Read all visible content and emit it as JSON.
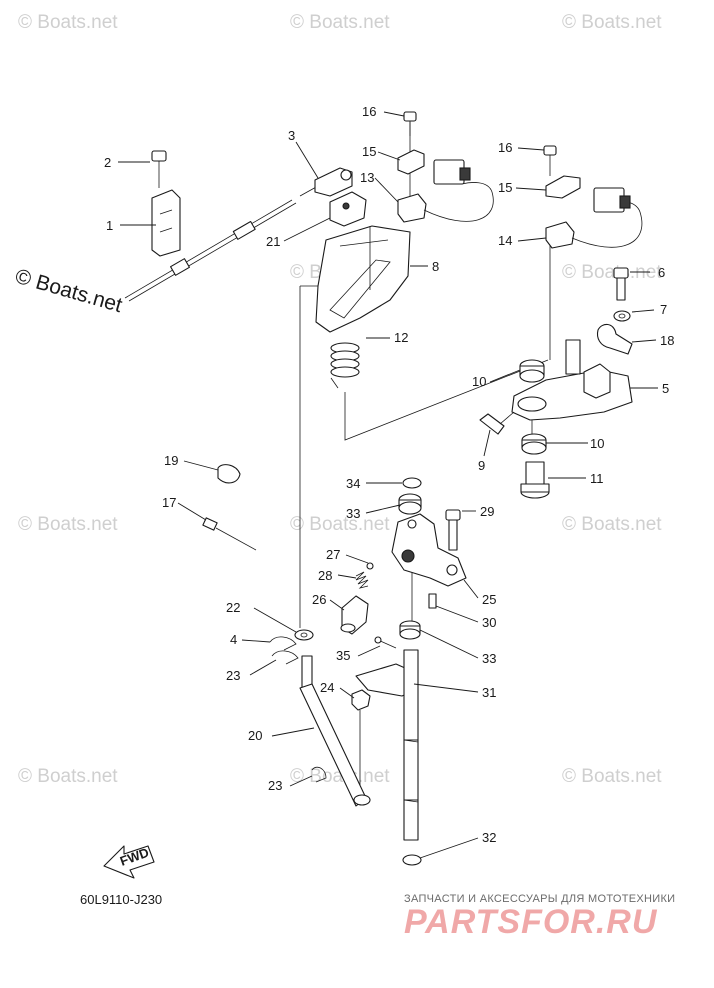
{
  "watermark": {
    "text": "© Boats.net"
  },
  "diagram_code": "60L9110-J230",
  "fwd_label": "FWD",
  "brand": {
    "subtitle": "ЗАПЧАСТИ И АКСЕССУАРЫ ДЛЯ МОТОТЕХНИКИ",
    "name": "PARTSFOR.RU"
  },
  "callouts": [
    {
      "id": "c-2",
      "label": "2"
    },
    {
      "id": "c-1",
      "label": "1"
    },
    {
      "id": "c-3",
      "label": "3"
    },
    {
      "id": "c-21",
      "label": "21"
    },
    {
      "id": "c-16a",
      "label": "16"
    },
    {
      "id": "c-15a",
      "label": "15"
    },
    {
      "id": "c-13",
      "label": "13"
    },
    {
      "id": "c-8",
      "label": "8"
    },
    {
      "id": "c-12",
      "label": "12"
    },
    {
      "id": "c-16b",
      "label": "16"
    },
    {
      "id": "c-15b",
      "label": "15"
    },
    {
      "id": "c-14",
      "label": "14"
    },
    {
      "id": "c-6",
      "label": "6"
    },
    {
      "id": "c-7",
      "label": "7"
    },
    {
      "id": "c-18",
      "label": "18"
    },
    {
      "id": "c-5",
      "label": "5"
    },
    {
      "id": "c-10a",
      "label": "10"
    },
    {
      "id": "c-10b",
      "label": "10"
    },
    {
      "id": "c-9",
      "label": "9"
    },
    {
      "id": "c-11",
      "label": "11"
    },
    {
      "id": "c-19",
      "label": "19"
    },
    {
      "id": "c-17",
      "label": "17"
    },
    {
      "id": "c-34",
      "label": "34"
    },
    {
      "id": "c-33a",
      "label": "33"
    },
    {
      "id": "c-29",
      "label": "29"
    },
    {
      "id": "c-27",
      "label": "27"
    },
    {
      "id": "c-28",
      "label": "28"
    },
    {
      "id": "c-25",
      "label": "25"
    },
    {
      "id": "c-26",
      "label": "26"
    },
    {
      "id": "c-22",
      "label": "22"
    },
    {
      "id": "c-30",
      "label": "30"
    },
    {
      "id": "c-4",
      "label": "4"
    },
    {
      "id": "c-33b",
      "label": "33"
    },
    {
      "id": "c-35",
      "label": "35"
    },
    {
      "id": "c-23a",
      "label": "23"
    },
    {
      "id": "c-24",
      "label": "24"
    },
    {
      "id": "c-31",
      "label": "31"
    },
    {
      "id": "c-20",
      "label": "20"
    },
    {
      "id": "c-23b",
      "label": "23"
    },
    {
      "id": "c-32",
      "label": "32"
    }
  ]
}
